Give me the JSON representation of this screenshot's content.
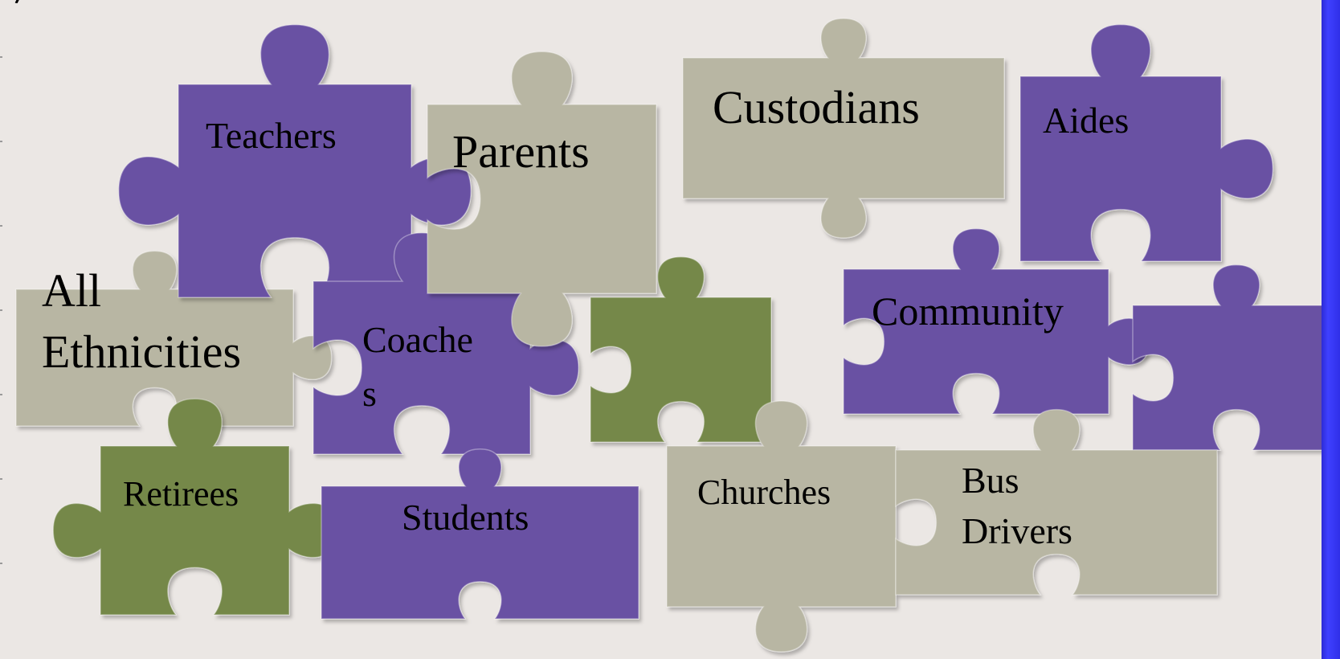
{
  "colors": {
    "background": "#ebe7e4",
    "purple": "#6951a3",
    "gray": "#b8b6a3",
    "green": "#75884a",
    "accent_bar": "#3330e6"
  },
  "pieces": {
    "teachers": "Teachers",
    "parents": "Parents",
    "custodians": "Custodians",
    "aides": "Aides",
    "all_ethnicities_line1": "All",
    "all_ethnicities_line2": "Ethnicities",
    "coaches_line1": "Coache",
    "coaches_line2": "s",
    "community": "Community",
    "retirees": "Retirees",
    "students": "Students",
    "churches": "Churches",
    "bus_drivers_line1": "Bus",
    "bus_drivers_line2": "Drivers"
  }
}
